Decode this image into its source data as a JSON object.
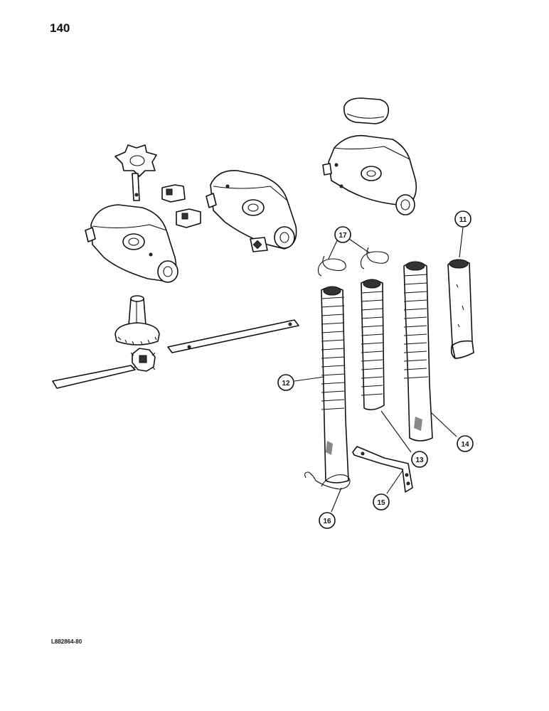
{
  "page": {
    "number": "140",
    "figure_code": "L882864-80"
  },
  "callouts": [
    {
      "id": "c11",
      "label": "11"
    },
    {
      "id": "c12",
      "label": "12"
    },
    {
      "id": "c13",
      "label": "13"
    },
    {
      "id": "c14",
      "label": "14"
    },
    {
      "id": "c15",
      "label": "15"
    },
    {
      "id": "c16",
      "label": "16"
    },
    {
      "id": "c17",
      "label": "17"
    }
  ]
}
